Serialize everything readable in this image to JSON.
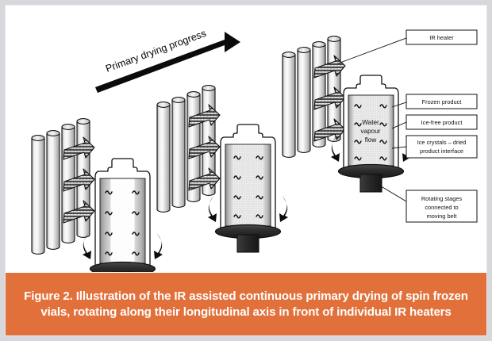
{
  "figure": {
    "caption": "Figure 2. Illustration of the IR assisted continuous primary drying of spin frozen vials, rotating along their longitudinal axis in front of individual IR heaters",
    "progress_arrow_label": "Primary drying progress",
    "in_vial_label_line1": "Water",
    "in_vial_label_line2": "vapour",
    "in_vial_label_line3": "flow",
    "colors": {
      "caption_band": "#e2703a",
      "caption_text": "#ffffff",
      "frame": "#d8d8dc",
      "background": "#ffffff",
      "line": "#111111",
      "stage_dark": "#2b2b2b",
      "heater_tube_light": "#f2f2f2",
      "heater_tube_mid": "#b9b9b9",
      "frozen_product": "#a8a8a8",
      "ice_free_product": "#d9d9d9"
    },
    "callouts": [
      {
        "id": "ir-heater",
        "text": "IR heater",
        "lines": [
          "IR heater"
        ]
      },
      {
        "id": "frozen-product",
        "text": "Frozen product",
        "lines": [
          "Frozen product"
        ]
      },
      {
        "id": "ice-free-product",
        "text": "Ice-free product",
        "lines": [
          "Ice-free product"
        ]
      },
      {
        "id": "ice-crystals-interface",
        "text": "Ice crystals – dried product interface",
        "lines": [
          "Ice crystals – dried",
          "product interface"
        ]
      },
      {
        "id": "rotating-stages",
        "text": "Rotating stages connected to moving belt",
        "lines": [
          "Rotating stages",
          "connected to",
          "moving belt"
        ]
      }
    ],
    "stages": [
      {
        "id": "stage-1",
        "position": "left",
        "drying": "early",
        "heater_tubes": 4,
        "radiation_arrows": 3,
        "rotation_arrows": 2
      },
      {
        "id": "stage-2",
        "position": "middle",
        "drying": "intermediate",
        "heater_tubes": 4,
        "radiation_arrows": 3,
        "rotation_arrows": 2
      },
      {
        "id": "stage-3",
        "position": "right",
        "drying": "late",
        "heater_tubes": 4,
        "radiation_arrows": 3,
        "rotation_arrows": 2
      }
    ]
  }
}
